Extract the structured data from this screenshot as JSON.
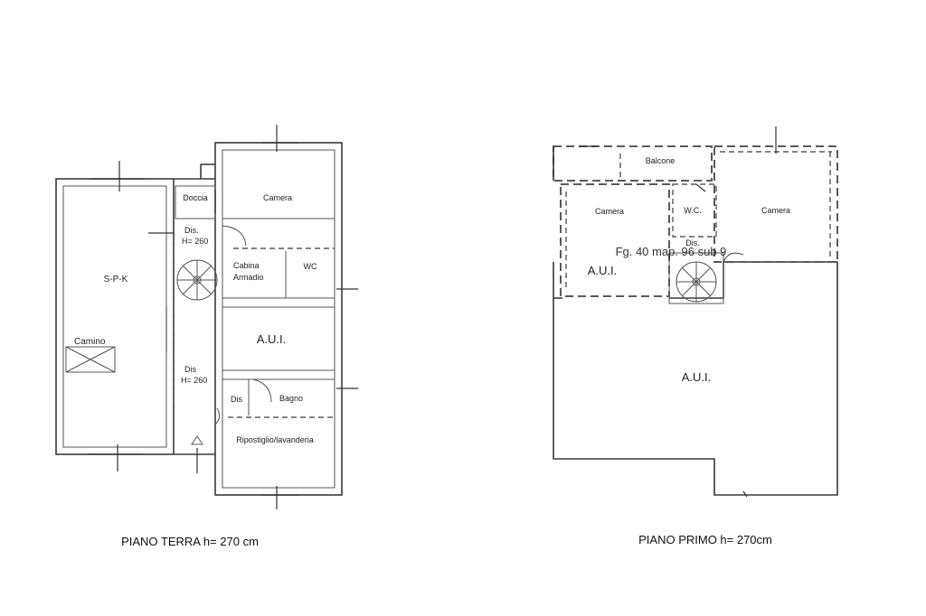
{
  "ground_floor": {
    "caption": "PIANO TERRA h= 270 cm",
    "rooms": {
      "spk": "S-P-K",
      "camino": "Camino",
      "doccia": "Doccia",
      "camera": "Camera",
      "dis_top": "Dis.",
      "h_top": "H= 260",
      "cabina_1": "Cabina",
      "cabina_2": "Armadio",
      "wc": "WC",
      "aui": "A.U.I.",
      "dis_mid": "Dis",
      "h_mid": "H= 260",
      "dis_small": "Dis",
      "bagno": "Bagno",
      "ripostiglio": "Ripostiglio/lavanderia"
    }
  },
  "first_floor": {
    "caption": "PIANO PRIMO h= 270cm",
    "rooms": {
      "balcone": "Balcone",
      "camera_left": "Camera",
      "wc": "W.C.",
      "camera_right": "Camera",
      "dis": "Dis.",
      "aui_small": "A.U.I.",
      "aui_big": "A.U.I."
    },
    "cadastral_note": "Fg. 40 map. 96 sub 9"
  }
}
